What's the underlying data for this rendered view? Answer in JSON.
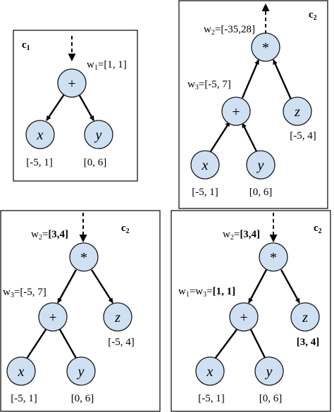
{
  "panels": [
    {
      "title": "c",
      "title_sub": "1",
      "weights": [
        {
          "prefix": "w",
          "sub": "1",
          "eq": "=",
          "value": "[1, 1]",
          "bold": false
        }
      ],
      "nodes": [
        {
          "label": "+",
          "italic": false
        },
        {
          "label": "x",
          "italic": true
        },
        {
          "label": "y",
          "italic": true
        }
      ],
      "ranges": [
        {
          "text": "[-5, 1]",
          "bold": false
        },
        {
          "text": "[0, 6]",
          "bold": false
        }
      ]
    },
    {
      "title": "c",
      "title_sub": "2",
      "weights": [
        {
          "prefix": "w",
          "sub": "2",
          "eq": "=",
          "value": "[-35,28]",
          "bold": false
        },
        {
          "prefix": "w",
          "sub": "3",
          "eq": "=",
          "value": "[-5, 7]",
          "bold": false
        }
      ],
      "nodes": [
        {
          "label": "*",
          "italic": false
        },
        {
          "label": "+",
          "italic": false
        },
        {
          "label": "z",
          "italic": true
        },
        {
          "label": "x",
          "italic": true
        },
        {
          "label": "y",
          "italic": true
        }
      ],
      "ranges": [
        {
          "text": "[-5, 4]",
          "bold": false
        },
        {
          "text": "[-5, 1]",
          "bold": false
        },
        {
          "text": "[0, 6]",
          "bold": false
        }
      ]
    },
    {
      "title": "c",
      "title_sub": "2",
      "weights": [
        {
          "prefix": "w",
          "sub": "2",
          "eq": "=",
          "value": "[3,4]",
          "bold": true
        },
        {
          "prefix": "w",
          "sub": "3",
          "eq": "=",
          "value": "[-5, 7]",
          "bold": false
        }
      ],
      "nodes": [
        {
          "label": "*",
          "italic": false
        },
        {
          "label": "+",
          "italic": false
        },
        {
          "label": "z",
          "italic": true
        },
        {
          "label": "x",
          "italic": true
        },
        {
          "label": "y",
          "italic": true
        }
      ],
      "ranges": [
        {
          "text": "[-5, 4]",
          "bold": false
        },
        {
          "text": "[-5, 1]",
          "bold": false
        },
        {
          "text": "[0, 6]",
          "bold": false
        }
      ]
    },
    {
      "title": "c",
      "title_sub": "2",
      "weights": [
        {
          "prefix": "w",
          "sub": "2",
          "eq": "=",
          "value": "[3,4]",
          "bold": true
        },
        {
          "prefix": "w",
          "sub": "1",
          "eq": "=w",
          "sub2": "3",
          "eq2": "=",
          "value": "[1, 1]",
          "bold": true
        }
      ],
      "nodes": [
        {
          "label": "*",
          "italic": false
        },
        {
          "label": "+",
          "italic": false
        },
        {
          "label": "z",
          "italic": true
        },
        {
          "label": "x",
          "italic": true
        },
        {
          "label": "y",
          "italic": true
        }
      ],
      "ranges": [
        {
          "text": "[3, 4]",
          "bold": true
        },
        {
          "text": "[-5, 1]",
          "bold": false
        },
        {
          "text": "[0, 6]",
          "bold": false
        }
      ]
    }
  ]
}
